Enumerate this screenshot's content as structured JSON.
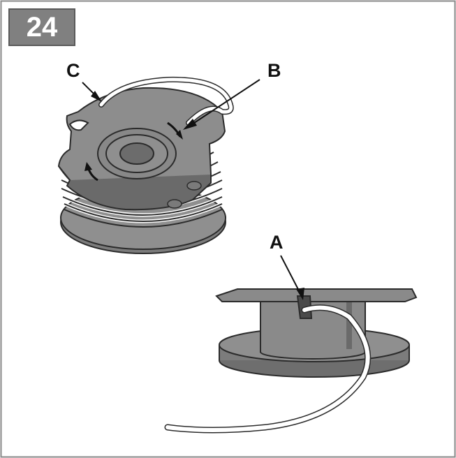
{
  "figure": {
    "step_number": "24",
    "callouts": {
      "a": "A",
      "b": "B",
      "c": "C"
    }
  },
  "colors": {
    "spool_fill": "#8d8d8d",
    "spool_dark": "#6a6a6a",
    "hub_fill": "#7a7a7a",
    "outline": "#2b2b2b",
    "badge": "#808080"
  }
}
